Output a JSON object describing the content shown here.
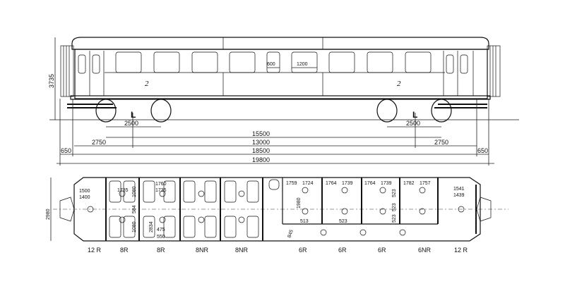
{
  "side_view": {
    "height_dim": "3735",
    "window_width_small": "600",
    "window_width_large": "1200",
    "class_label_left": "2",
    "class_label_right": "2",
    "bogie_marker_left": "L",
    "bogie_marker_right": "L"
  },
  "dimensions": {
    "bogie_wheelbase_left": "2500",
    "bogie_wheelbase_right": "2500",
    "bogie_centers": "15500",
    "pivot_distance": "13000",
    "overhang_left": "2750",
    "overhang_right": "2750",
    "body_length": "18500",
    "buffer_left": "650",
    "buffer_right": "650",
    "overall_length": "19800"
  },
  "plan_view": {
    "width_dim": "2980",
    "vestibule_left_a": "1500",
    "vestibule_left_b": "1400",
    "seat_pitch_a": "1735",
    "seat_pitch_b": "1760",
    "seat_pitch_c": "1735",
    "seat_width_top": "1080",
    "seat_width_bottom": "1080",
    "aisle": "584",
    "compartment_depth": "2834",
    "seat_depth_a": "475",
    "seat_depth_b": "550",
    "comp_dims": [
      "1759",
      "1724",
      "1764",
      "1739",
      "1764",
      "1739",
      "1782",
      "1757"
    ],
    "comp_inner": [
      "1980",
      "523",
      "523",
      "523"
    ],
    "door_width": "513",
    "seat_d2": "523",
    "corridor_width": "845",
    "vestibule_right_a": "1541",
    "vestibule_right_b": "1439",
    "section_labels": [
      "12 R",
      "8R",
      "8R",
      "8NR",
      "8NR",
      "6R",
      "6R",
      "6R",
      "6NR",
      "12 R"
    ]
  }
}
